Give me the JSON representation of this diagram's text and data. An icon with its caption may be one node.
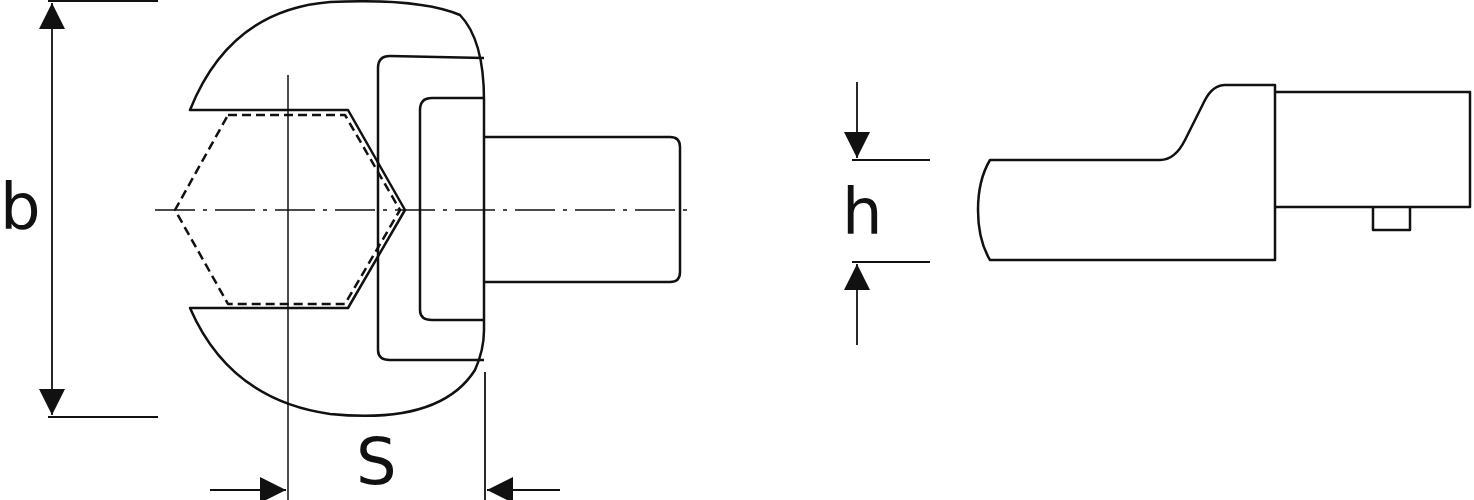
{
  "diagram": {
    "labels": [
      "b",
      "h",
      "S"
    ]
  }
}
